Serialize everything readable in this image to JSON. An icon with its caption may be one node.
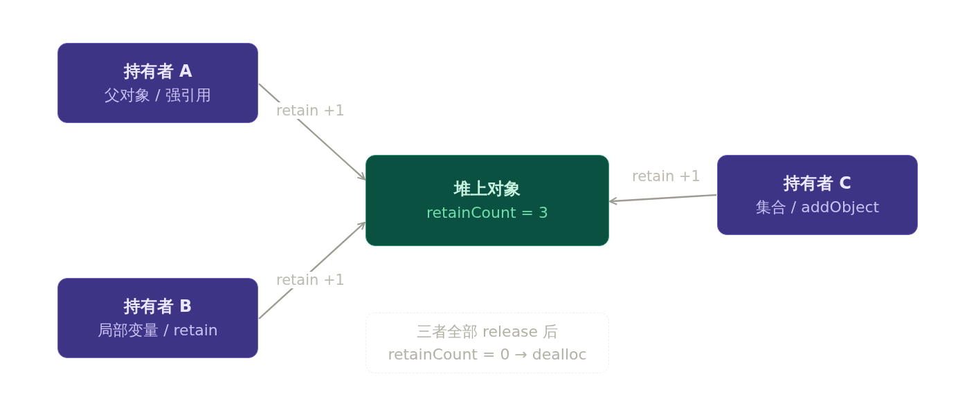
{
  "diagram": {
    "nodes": [
      {
        "text": [
          "持有者 A",
          "父对象 / 强引用"
        ]
      },
      {
        "text": [
          "堆上对象",
          "retainCount = 3"
        ]
      },
      {
        "text": [
          "持有者 C",
          "集合 / addObject"
        ]
      },
      {
        "text": [
          "持有者 B",
          "局部变量 / retain"
        ]
      },
      {
        "text": [
          "三者全部 release 后",
          "retainCount = 0 → dealloc"
        ]
      }
    ],
    "edges": [
      {
        "from": 0,
        "to": 1,
        "arrow": "to",
        "label": "retain +1"
      },
      {
        "from": 3,
        "to": 1,
        "arrow": "to",
        "label": "retain +1"
      },
      {
        "from": 2,
        "to": 1,
        "arrow": "to",
        "label": "retain +1"
      }
    ]
  }
}
